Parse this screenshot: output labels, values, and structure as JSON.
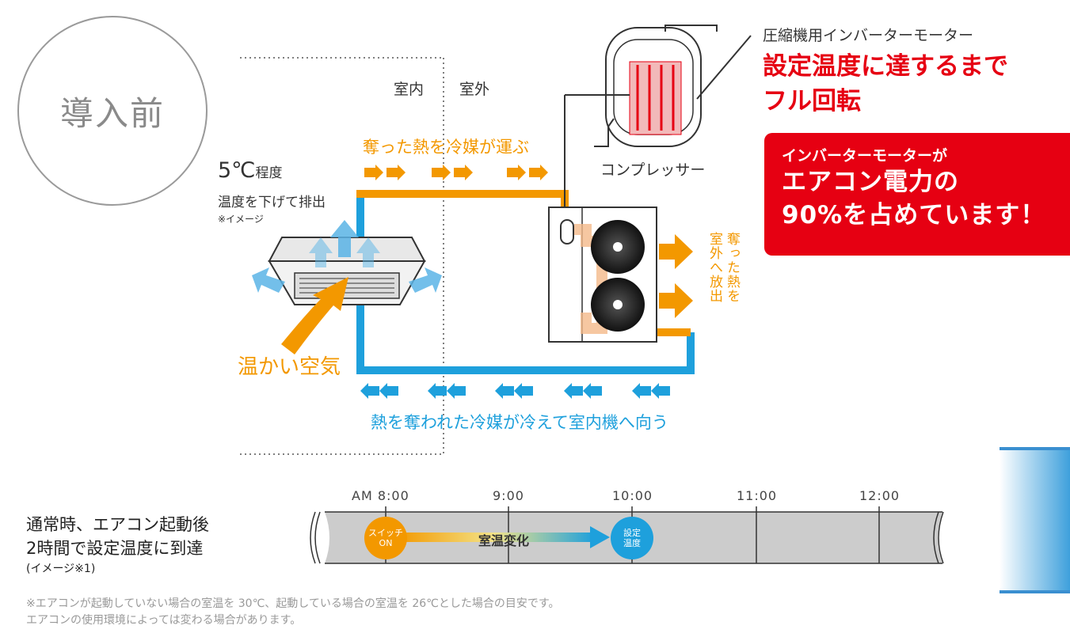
{
  "badge": "導入前",
  "zones": {
    "indoor": "室内",
    "outdoor": "室外"
  },
  "flow_top": "奪った熱を冷媒が運ぶ",
  "flow_bottom": "熱を奪われた冷媒が冷えて室内機へ向う",
  "temp": {
    "value": "5℃",
    "suffix": "程度",
    "line2": "温度を下げて排出",
    "note": "※イメージ"
  },
  "warm_air": "温かい空気",
  "compressor_label": "コンプレッサー",
  "motor_label": "圧縮機用インバーターモーター",
  "headline": {
    "line1": "設定温度に達するまで",
    "line2": "フル回転"
  },
  "red_box": {
    "line1": "インバーターモーターが",
    "line2": "エアコン電力の",
    "line3": "90%を占めています！"
  },
  "heat_out": {
    "col1": "奪った熱を",
    "col2": "室外へ放出"
  },
  "timeline": {
    "description": {
      "line1": "通常時、エアコン起動後",
      "line2": "2時間で設定温度に到達",
      "line3": "(イメージ※1)"
    },
    "hours": [
      "AM 8:00",
      "9:00",
      "10:00",
      "11:00",
      "12:00"
    ],
    "switch": {
      "line1": "スイッチ",
      "line2": "ON"
    },
    "change": "室温変化",
    "setpoint": {
      "line1": "設定",
      "line2": "温度"
    }
  },
  "footnote": {
    "line1": "※エアコンが起動していない場合の室温を 30℃、起動している場合の室温を 26℃とした場合の目安です。",
    "line2": "エアコンの使用環境によっては変わる場合があります。"
  },
  "colors": {
    "orange": "#f39800",
    "blue": "#1ea0dc",
    "red": "#e60012",
    "gray": "#cccccc"
  }
}
